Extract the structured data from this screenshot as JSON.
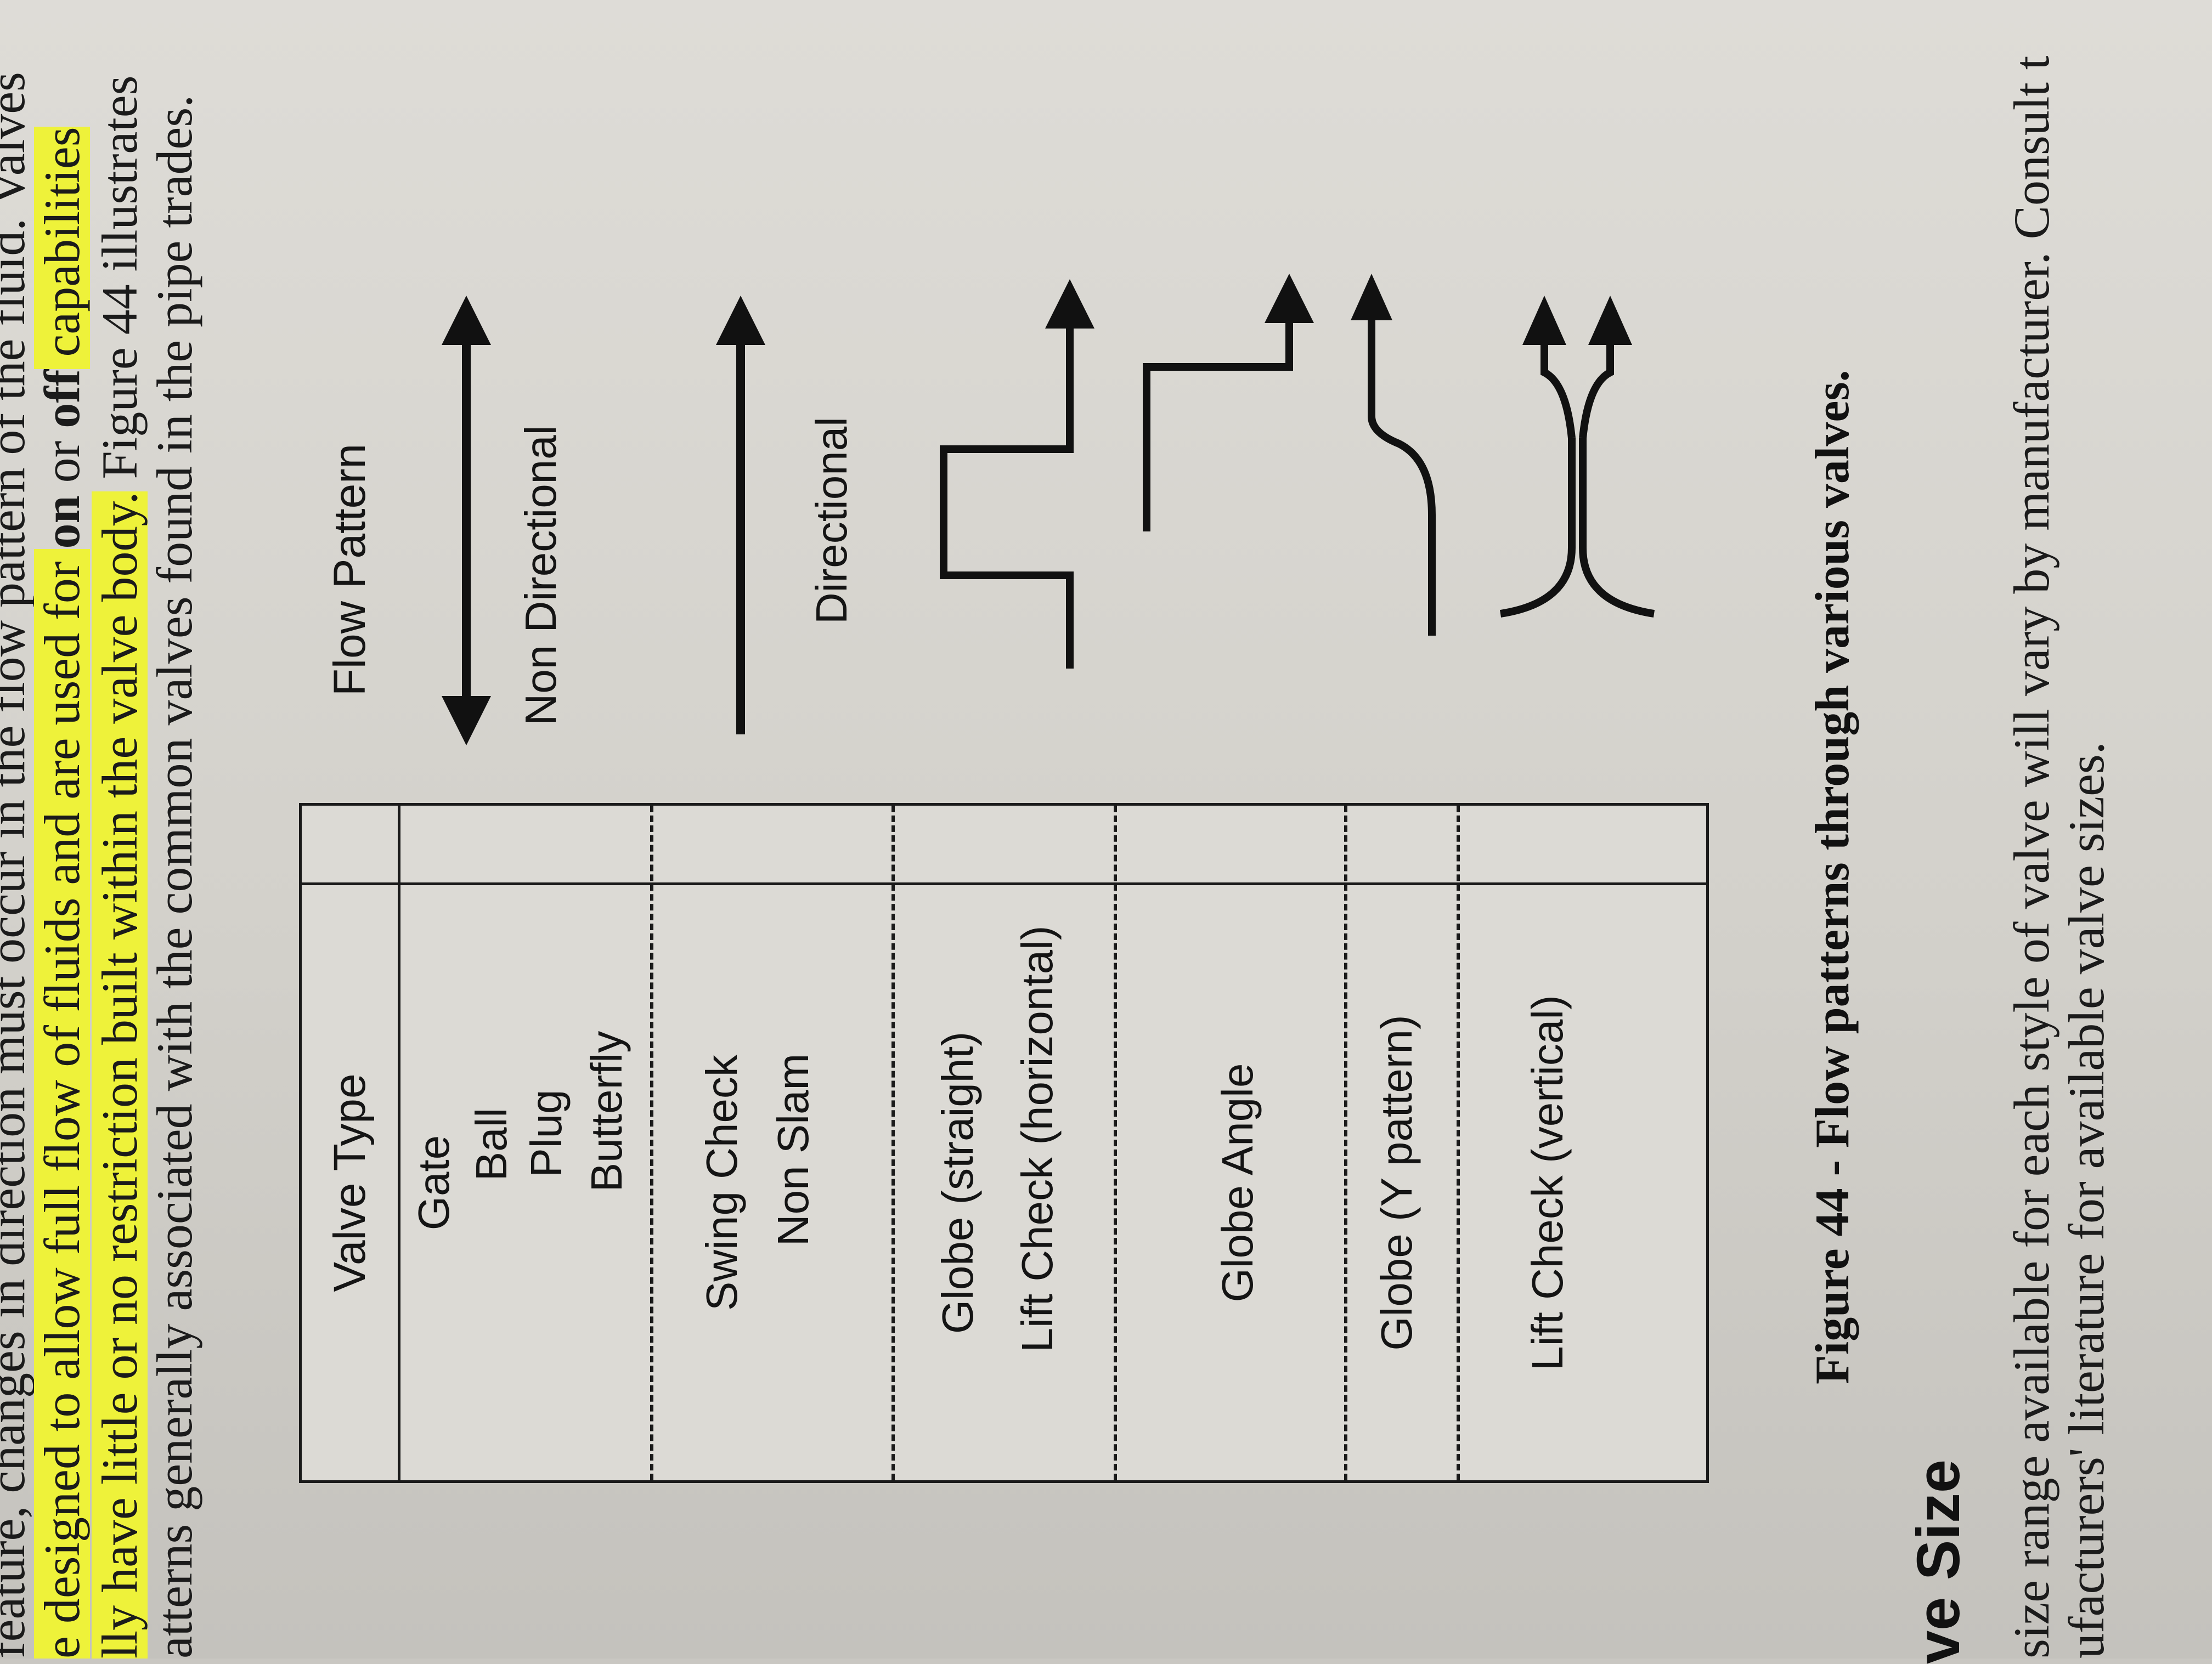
{
  "intro": {
    "line1": "feature, changes in direction must occur in the flow pattern of the fluid. Valves",
    "line2_a": "e designed to allow full flow of fluids and are used for ",
    "bold_on": "on",
    "line2_b": " or ",
    "bold_off": "off",
    "line2_c": " capabilities",
    "line3_a": "lly have little or no restriction built within the valve body.",
    "line3_b": " Figure 44 illustrates",
    "line4": "atterns generally associated with the common valves found in the pipe trades."
  },
  "table": {
    "header_valve_type": "Valve Type",
    "header_flow_pattern": "Flow Pattern",
    "rows": [
      {
        "types": [
          "Gate",
          "Ball",
          "Plug",
          "Butterfly"
        ],
        "pattern_label": "Non Directional"
      },
      {
        "types": [
          "Swing Check",
          "Non Slam"
        ],
        "pattern_label": "Directional"
      },
      {
        "types": [
          "Globe (straight)",
          "Lift Check (horizontal)"
        ]
      },
      {
        "types": [
          "Globe Angle"
        ]
      },
      {
        "types": [
          "Globe (Y pattern)"
        ]
      },
      {
        "types": [
          "Lift Check (vertical)"
        ]
      }
    ]
  },
  "figure": {
    "caption": "Figure 44 - Flow patterns through various valves."
  },
  "section": {
    "heading": "ve Size",
    "line1": "size range available for each style of valve will vary by manufacturer. Consult t",
    "line2": "ufacturers' literature for available valve sizes."
  },
  "colors": {
    "highlight": "#eef23a",
    "ink": "#1b1b1b",
    "paper": "#dedcd7"
  }
}
